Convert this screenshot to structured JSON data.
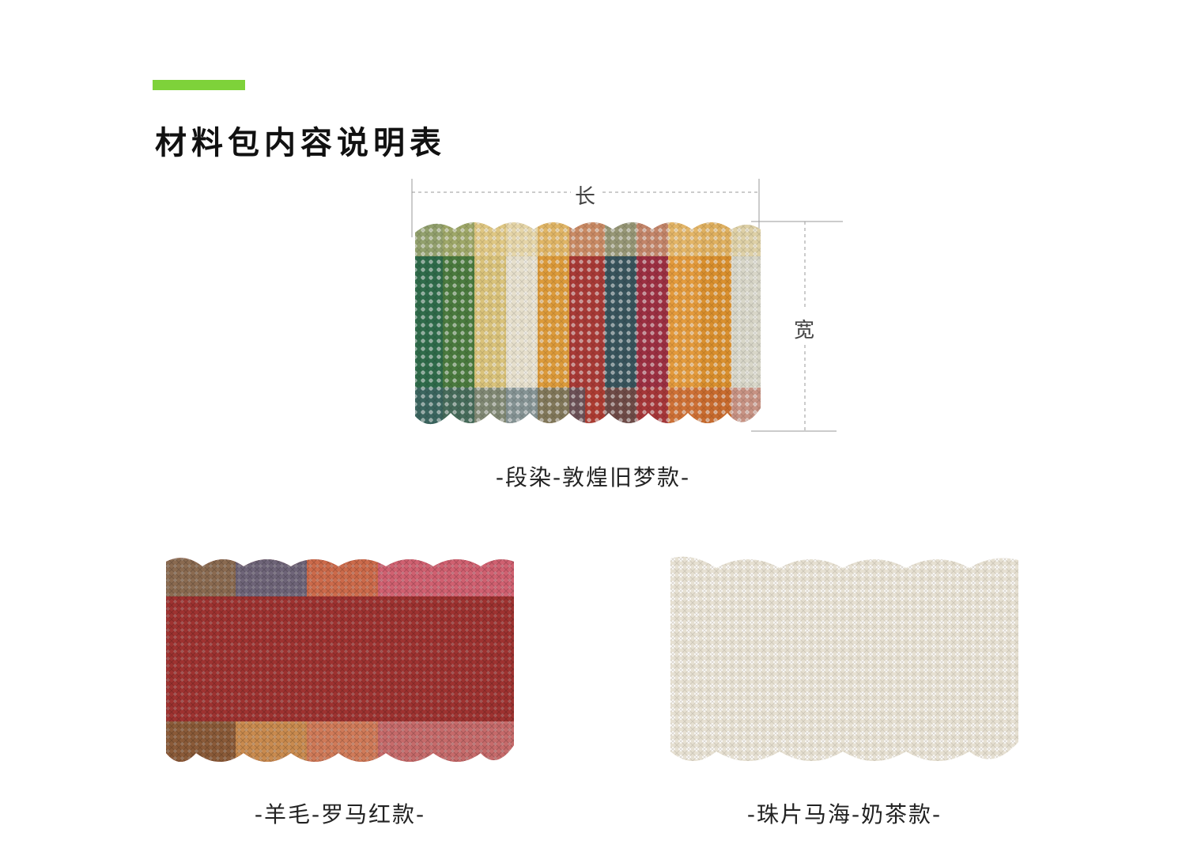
{
  "header": {
    "title": "材料包内容说明表",
    "accent_color": "#7ed23a"
  },
  "dimensions": {
    "length_label": "长",
    "width_label": "宽"
  },
  "products": [
    {
      "caption": "-段染-敦煌旧梦款-",
      "style": "multicolor-stripes"
    },
    {
      "caption": "-羊毛-罗马红款-",
      "style": "roman-red"
    },
    {
      "caption": "-珠片马海-奶茶款-",
      "style": "milk-tea"
    }
  ]
}
